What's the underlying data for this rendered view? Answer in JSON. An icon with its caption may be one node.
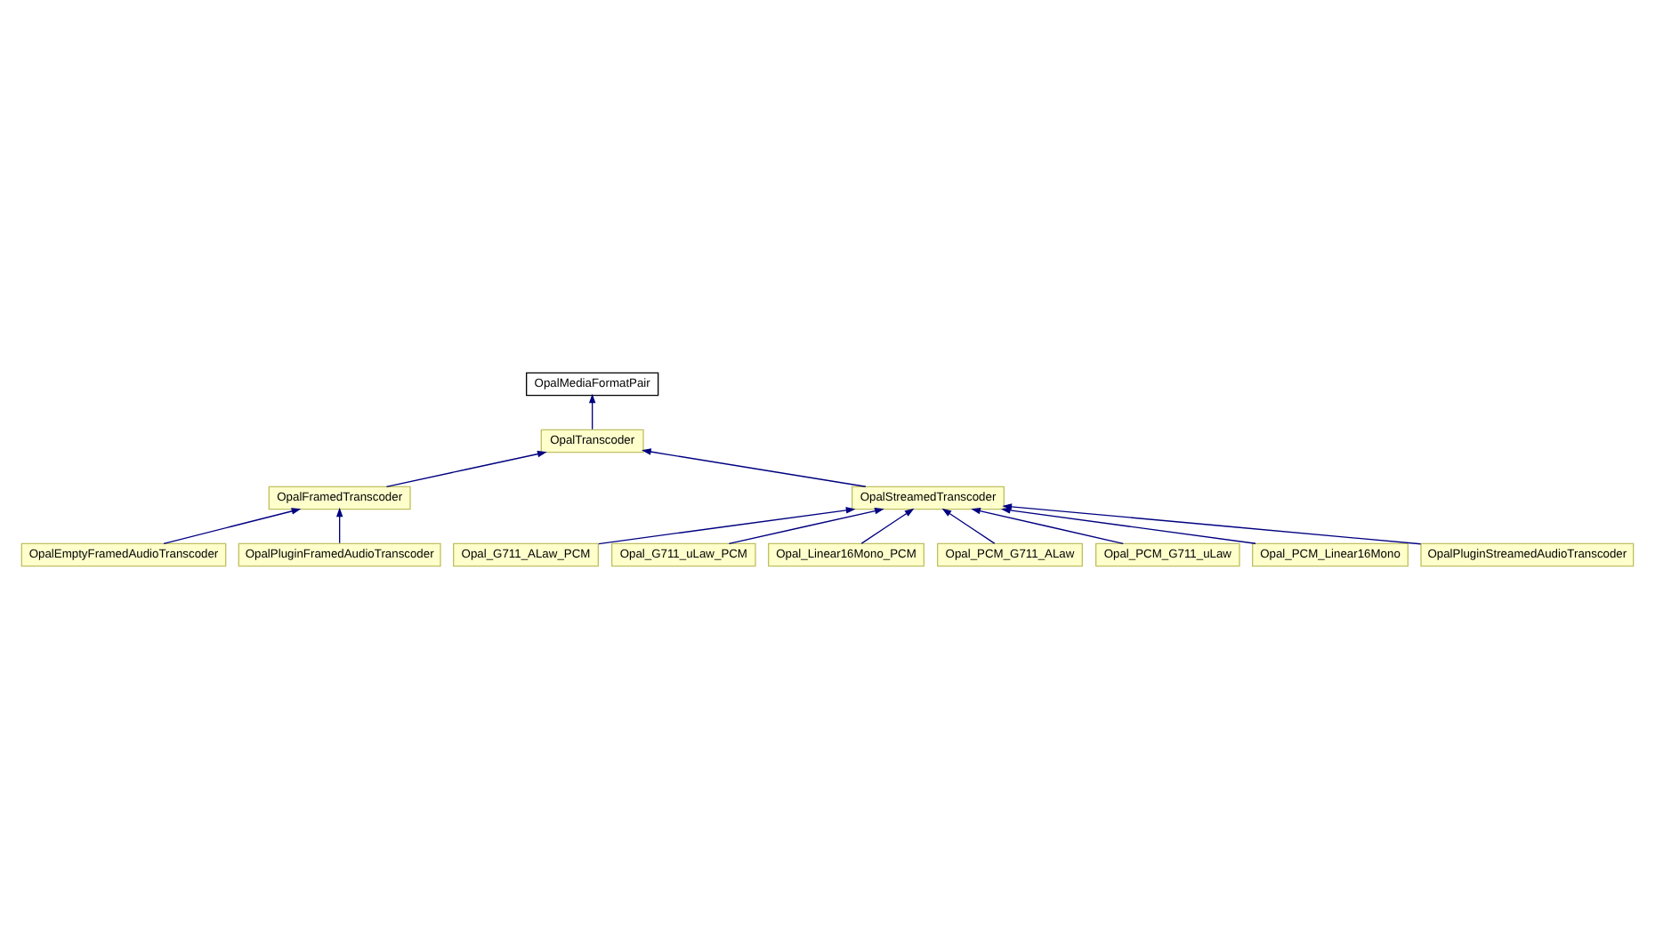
{
  "diagram": {
    "nodes": [
      {
        "text": [
          "OpalMediaFormatPair"
        ]
      },
      {
        "text": [
          "OpalTranscoder"
        ]
      },
      {
        "text": [
          "OpalFramedTranscoder"
        ]
      },
      {
        "text": [
          "OpalStreamedTranscoder"
        ]
      },
      {
        "text": [
          "OpalEmptyFramedAudioTranscoder"
        ]
      },
      {
        "text": [
          "OpalPluginFramedAudioTranscoder"
        ]
      },
      {
        "text": [
          "Opal_G711_ALaw_PCM"
        ]
      },
      {
        "text": [
          "Opal_G711_uLaw_PCM"
        ]
      },
      {
        "text": [
          "Opal_Linear16Mono_PCM"
        ]
      },
      {
        "text": [
          "Opal_PCM_G711_ALaw"
        ]
      },
      {
        "text": [
          "Opal_PCM_G711_uLaw"
        ]
      },
      {
        "text": [
          "Opal_PCM_Linear16Mono"
        ]
      },
      {
        "text": [
          "OpalPluginStreamedAudioTranscoder"
        ]
      }
    ],
    "edges": [
      {
        "from": 1,
        "to": 0,
        "arrow": "to"
      },
      {
        "from": 2,
        "to": 1,
        "arrow": "to"
      },
      {
        "from": 3,
        "to": 1,
        "arrow": "to"
      },
      {
        "from": 4,
        "to": 2,
        "arrow": "to"
      },
      {
        "from": 5,
        "to": 2,
        "arrow": "to"
      },
      {
        "from": 6,
        "to": 3,
        "arrow": "to"
      },
      {
        "from": 7,
        "to": 3,
        "arrow": "to"
      },
      {
        "from": 8,
        "to": 3,
        "arrow": "to"
      },
      {
        "from": 9,
        "to": 3,
        "arrow": "to"
      },
      {
        "from": 10,
        "to": 3,
        "arrow": "to"
      },
      {
        "from": 11,
        "to": 3,
        "arrow": "to"
      },
      {
        "from": 12,
        "to": 3,
        "arrow": "to"
      }
    ]
  }
}
